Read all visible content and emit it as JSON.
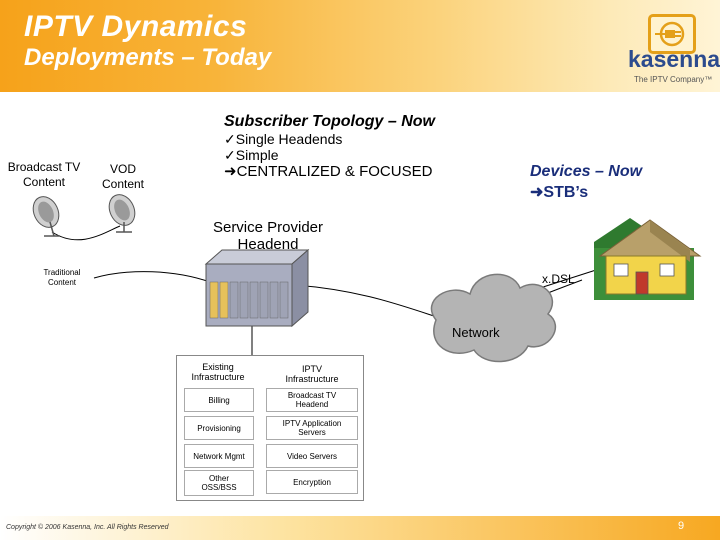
{
  "header": {
    "title_line1": "IPTV Dynamics",
    "title_line2": "Deployments – Today",
    "logo_name": "kasenna",
    "logo_tagline": "The IPTV Company™"
  },
  "topology": {
    "heading": "Subscriber Topology – Now",
    "bullets": [
      "✓Single Headends",
      "✓Simple"
    ],
    "emphasis": "CENTRALIZED & FOCUSED"
  },
  "devices": {
    "heading": "Devices – Now",
    "item": "STB’s"
  },
  "nodes": {
    "broadcast_tv": [
      "Broadcast TV",
      "Content"
    ],
    "vod": [
      "VOD",
      "Content"
    ],
    "headend": [
      "Service Provider",
      "Headend"
    ],
    "traditional": [
      "Traditional",
      "Content"
    ],
    "xdsl": "x.DSL",
    "network": "Network"
  },
  "infrastructure": {
    "existing_header": [
      "Existing",
      "Infrastructure"
    ],
    "iptv_header": [
      "IPTV",
      "Infrastructure"
    ],
    "existing_items": [
      [
        "Billing"
      ],
      [
        "Provisioning"
      ],
      [
        "Network Mgmt"
      ],
      [
        "Other",
        "OSS/BSS"
      ]
    ],
    "iptv_items": [
      [
        "Broadcast TV",
        "Headend"
      ],
      [
        "IPTV Application",
        "Servers"
      ],
      [
        "Video Servers"
      ],
      [
        "Encryption"
      ]
    ]
  },
  "footer": {
    "copyright": "Copyright © 2006 Kasenna, Inc. All Rights Reserved",
    "page_number": "9"
  },
  "colors": {
    "header_orange": "#f6a21a",
    "logo_blue": "#2c4b8e",
    "devices_blue": "#1a2e7a",
    "cloud_gray": "#b4b4b4",
    "house_green": "#3d8f3a"
  }
}
